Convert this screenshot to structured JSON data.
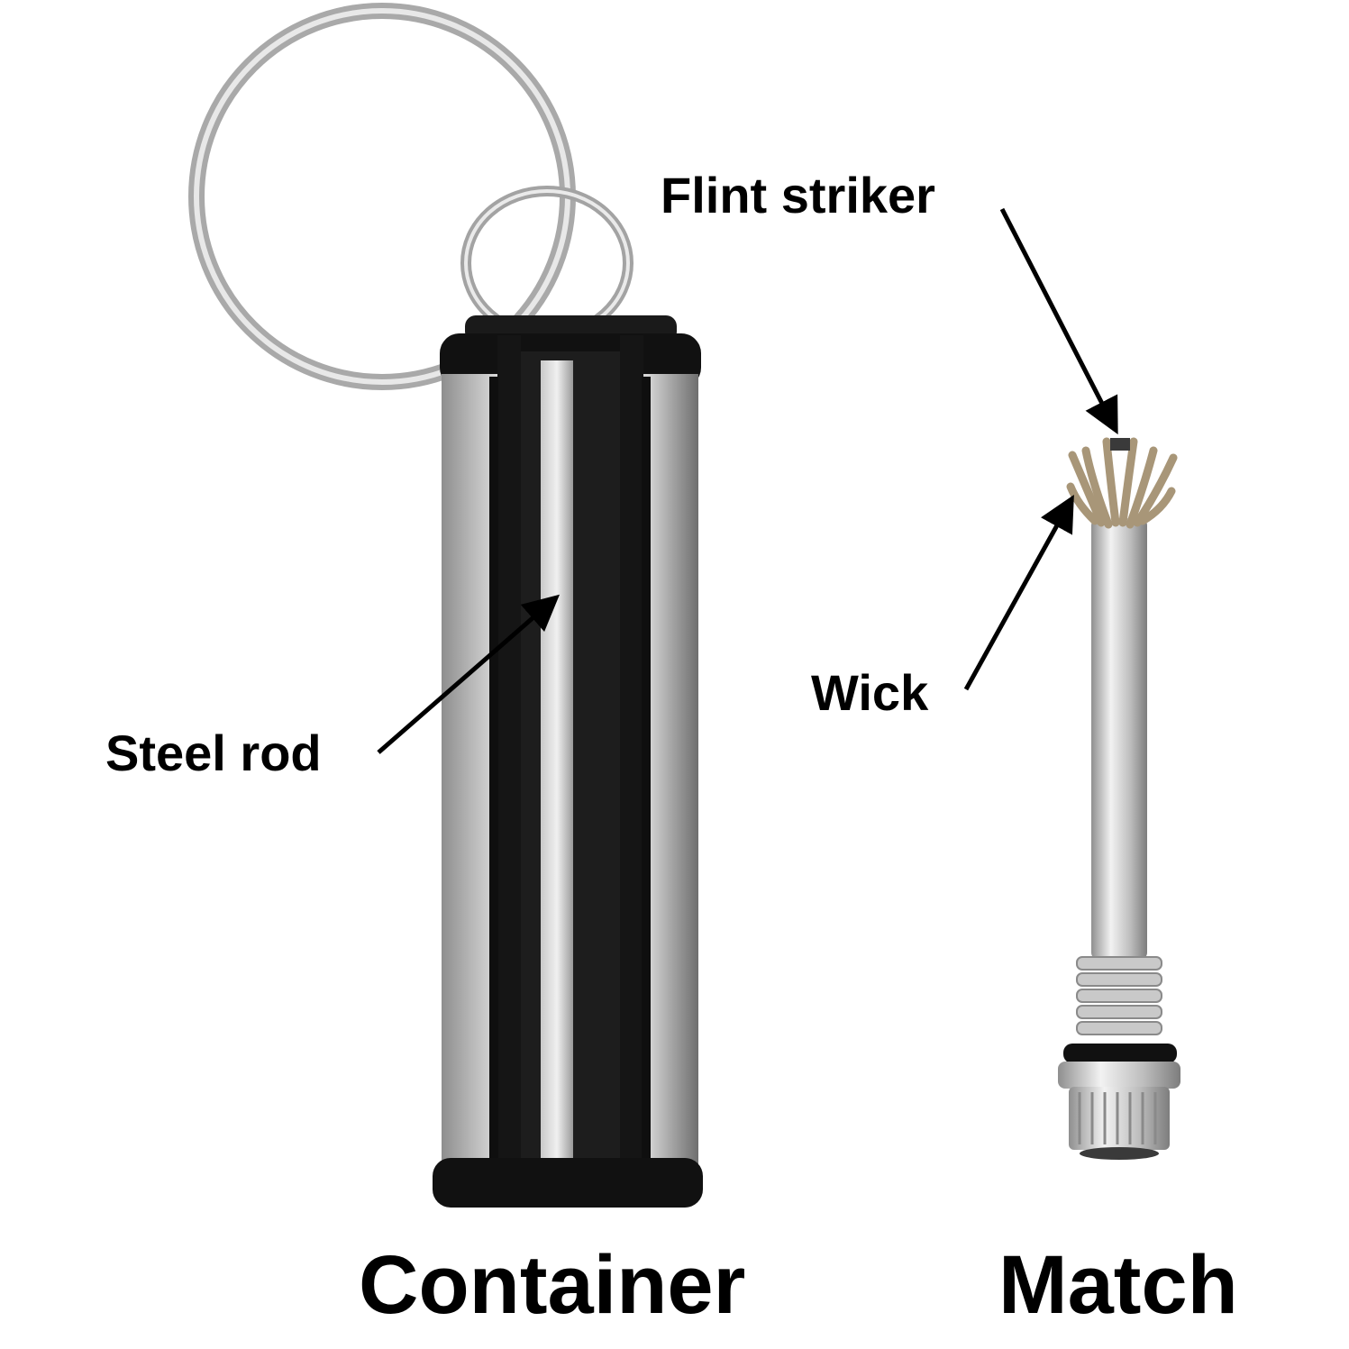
{
  "callouts": {
    "flint_striker": "Flint striker",
    "wick": "Wick",
    "steel_rod": "Steel rod"
  },
  "captions": {
    "container": "Container",
    "match": "Match"
  },
  "colors": {
    "background": "#ffffff",
    "text": "#000000",
    "rubber_black": "#111111",
    "steel": "#b9b9b9",
    "wick_fiber": "#b8a88f"
  },
  "icons": {
    "key_ring": "key-ring-icon",
    "container": "container-icon",
    "match": "match-icon",
    "arrow": "arrow-icon"
  }
}
